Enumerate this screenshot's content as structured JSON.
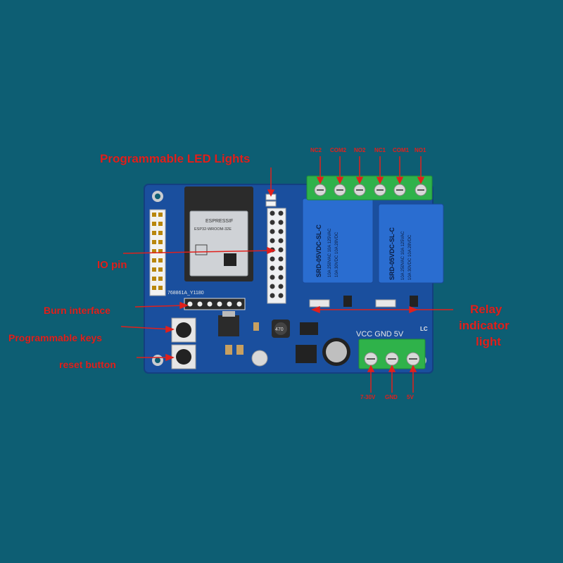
{
  "labels": {
    "led": "Programmable LED Lights",
    "io": "IO pin",
    "burn": "Burn interface",
    "keys": "Programmable keys",
    "reset": "reset button",
    "relay_1": "Relay",
    "relay_2": "indicator",
    "relay_3": "light"
  },
  "terminals": {
    "top": [
      "NC2",
      "COM2",
      "NO2",
      "NC1",
      "COM1",
      "NO1"
    ],
    "bottom": [
      "7-30V",
      "GND",
      "5V"
    ]
  },
  "board": {
    "module_brand": "ESPRESSIF",
    "module_model": "ESP32-WROOM-32E",
    "relay_text_1": "SRD-05VDC-SL-C",
    "relay_text_2": "SRD-05VDC-SL-C",
    "relay_spec_a": "10A 250VAC 10A 125VAC",
    "relay_spec_b": "10A 30VDC 10A 28VDC",
    "silk_serial": "768861A_Y1180",
    "silk_power": "VCC GND 5V",
    "silk_lc": "LC",
    "inductor": "470"
  },
  "colors": {
    "background": "#0d5e73",
    "pcb": "#1a4f9e",
    "relay": "#2a6dd0",
    "terminal": "#2fb24a",
    "annotation": "#e0201c"
  }
}
